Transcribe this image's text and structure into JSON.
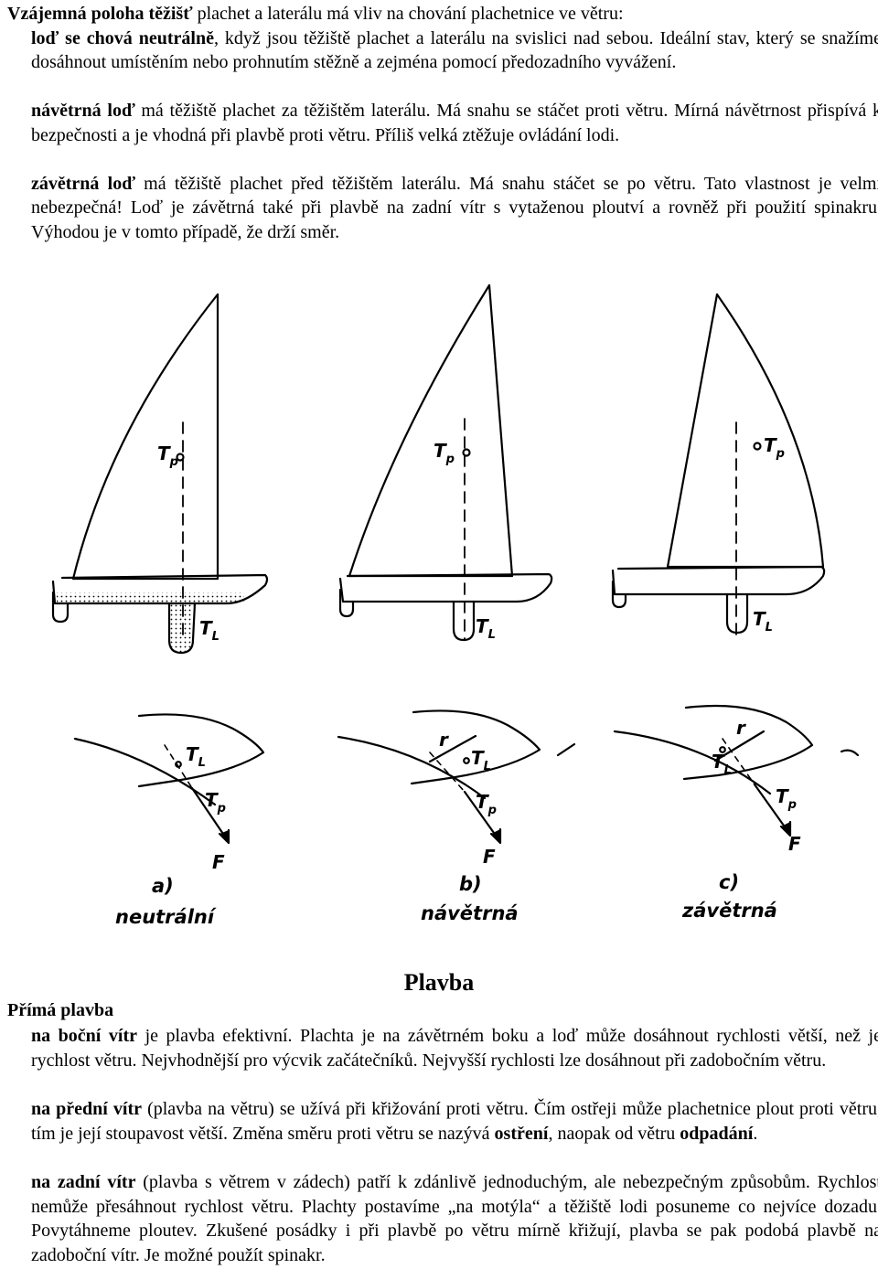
{
  "intro": {
    "heading": "Vzájemná poloha těžišť",
    "heading_rest": " plachet a laterálu má vliv na chování plachetnice ve větru:",
    "neutral_bold": "loď se chová neutrálně",
    "neutral_rest": ", když jsou těžiště plachet a laterálu na svislici nad sebou. Ideální stav, který se snažíme dosáhnout umístěním nebo prohnutím stěžně a zejména pomocí předozadního vyvážení.",
    "windward_bold": "návětrná loď",
    "windward_rest": " má těžiště plachet za těžištěm laterálu. Má snahu se stáčet proti větru. Mírná návětrnost přispívá k bezpečnosti a je vhodná při plavbě proti větru. Příliš velká ztěžuje ovládání lodi.",
    "leeward_bold": "závětrná loď",
    "leeward_rest": " má těžiště plachet před těžištěm laterálu. Má snahu stáčet se po větru. Tato vlastnost je velmi nebezpečná! Loď je závětrná také při plavbě na zadní vítr s vytaženou ploutví a rovněž při použití spinakru. Výhodou je v tomto případě, že drží směr.",
    "dash": "-"
  },
  "figure": {
    "tp": "T",
    "tp_sub": "p",
    "tl": "T",
    "tl_sub": "L",
    "force": "F",
    "arm": "r",
    "captions": [
      {
        "letter": "a)",
        "label": "neutrální"
      },
      {
        "letter": "b)",
        "label": "návětrná"
      },
      {
        "letter": "c)",
        "label": "závětrná"
      }
    ]
  },
  "section": {
    "title": "Plavba",
    "subtitle": "Přímá plavba",
    "side_bold": "na boční vítr",
    "side_rest": " je plavba efektivní. Plachta je na závětrném boku a loď může dosáhnout rychlosti větší, než je rychlost větru. Nejvhodnější pro výcvik začátečníků. Nejvyšší rychlosti lze dosáhnout při zadobočním větru.",
    "front_bold": "na přední vítr",
    "front_rest1": " (plavba na větru) se užívá při křižování proti větru. Čím ostřeji může plachetnice plout proti větru, tím je její stoupavost větší. Změna směru proti větru se nazývá ",
    "front_bold2": "ostření",
    "front_rest2": ", naopak od větru ",
    "front_bold3": "odpadání",
    "front_rest3": ".",
    "back_bold": "na zadní vítr",
    "back_rest": " (plavba s větrem v zádech) patří k zdánlivě jednoduchým, ale nebezpečným způsobům. Rychlost nemůže přesáhnout rychlost větru. Plachty postavíme „na motýla“ a těžiště lodi posuneme co nejvíce dozadu. Povytáhneme ploutev. Zkušené posádky i při plavbě po větru mírně křižují, plavba se pak podobá plavbě na zadoboční vítr. Je možné použít spinakr."
  }
}
